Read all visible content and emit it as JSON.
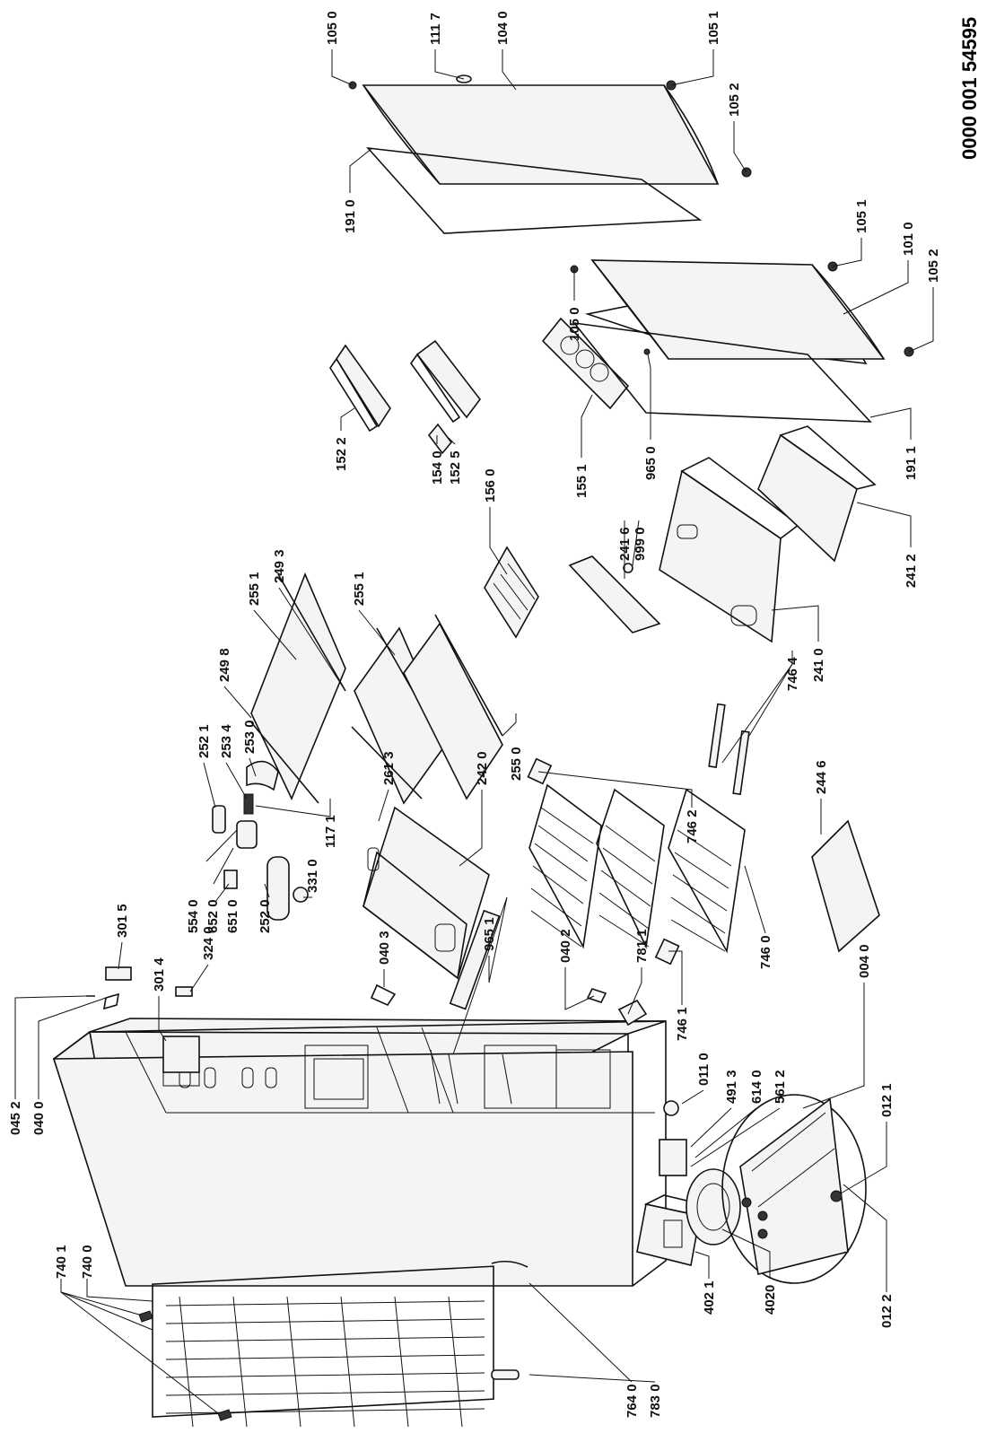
{
  "document_number": "0000 001 54595",
  "labels": {
    "l0452": "045 2",
    "l0400": "040 0",
    "l7401": "740 1",
    "l7400": "740 0",
    "l7640": "764 0",
    "l7830": "783 0",
    "l4021": "402 1",
    "l4020": "4020",
    "l0122": "012 2",
    "l0121": "012 1",
    "l0040": "004 0",
    "l0110": "011 0",
    "l4913": "491 3",
    "l6140": "614 0",
    "l5612": "561 2",
    "l3015": "301 5",
    "l3014": "301 4",
    "l3240": "324 0",
    "l5540": "554 0",
    "l6520": "652 0",
    "l6510": "651 0",
    "l2520": "252 0",
    "l3310": "331 0",
    "l0403": "040 3",
    "l9651": "965 1",
    "l0402": "040 2",
    "l7811": "781 1",
    "l7461": "746 1",
    "l7460": "746 0",
    "l2446": "244 6",
    "l7462": "746 2",
    "l2613": "261 3",
    "l2420": "242 0",
    "l1171": "117 1",
    "l2530": "253 0",
    "l2534": "253 4",
    "l2521": "252 1",
    "l2498": "249 8",
    "l2551a": "255 1",
    "l2493": "249 3",
    "l2551b": "255 1",
    "l2550": "255 0",
    "l7464": "746 4",
    "l2410": "241 0",
    "l2412": "241 2",
    "l2416": "241 6",
    "l9990": "999 0",
    "l1560": "156 0",
    "l1540": "154 0",
    "l1525": "152 5",
    "l1522": "152 2",
    "l1551": "155 1",
    "l9650": "965 0",
    "l1911": "191 1",
    "l1050a": "105 0",
    "l1051a": "105 1",
    "l1010": "101 0",
    "l1052a": "105 2",
    "l1910": "191 0",
    "l1050b": "105 0",
    "l1117": "111 7",
    "l1040": "104 0",
    "l1051b": "105 1",
    "l1052b": "105 2"
  }
}
